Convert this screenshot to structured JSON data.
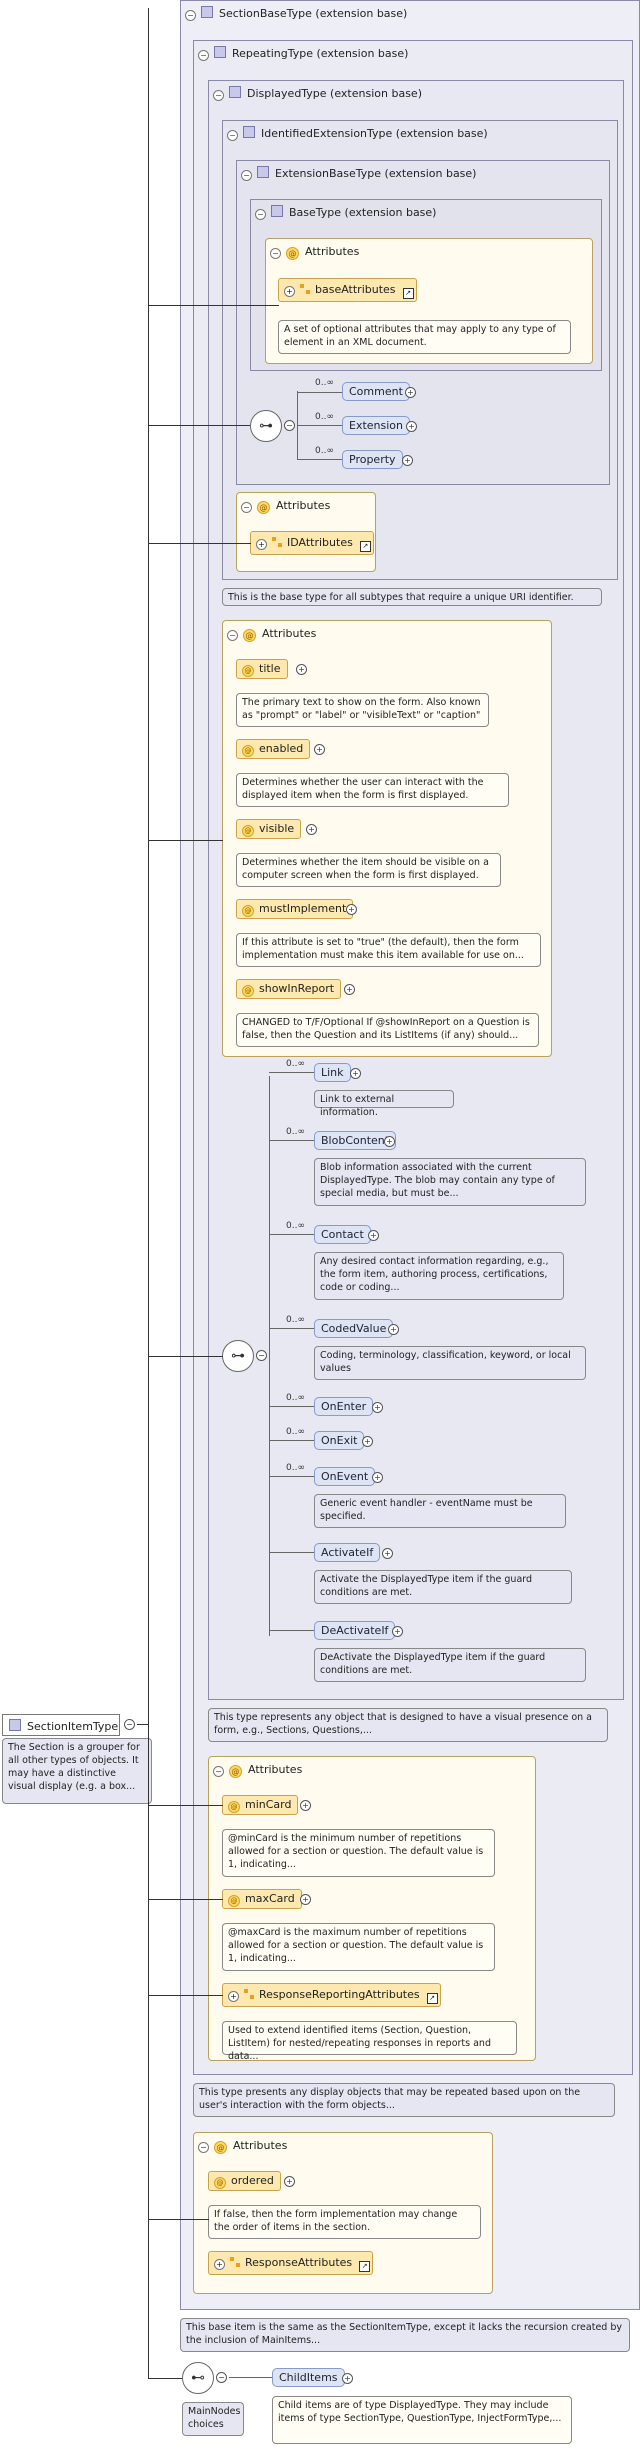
{
  "root": {
    "label": "SectionItemType",
    "doc": "The Section is a grouper for all other types of objects. It may have a distinctive visual display (e.g. a box..."
  },
  "types": {
    "section_base": "SectionBaseType (extension base)",
    "repeating": "RepeatingType (extension base)",
    "displayed": "DisplayedType (extension base)",
    "identified_ext": "IdentifiedExtensionType (extension base)",
    "extension_base": "ExtensionBaseType (extension base)",
    "base": "BaseType (extension base)"
  },
  "attributes_label": "Attributes",
  "base_attrs": {
    "group": "baseAttributes",
    "doc": "A set of optional attributes that may apply to any type of element in an XML document."
  },
  "ext_children": [
    {
      "mult": "0..∞",
      "label": "Comment"
    },
    {
      "mult": "0..∞",
      "label": "Extension"
    },
    {
      "mult": "0..∞",
      "label": "Property"
    }
  ],
  "id_attrs": {
    "group": "IDAttributes"
  },
  "identified_doc": "This is the base type for all subtypes that require a unique URI identifier.",
  "displayed_attrs": [
    {
      "name": "title",
      "doc": "The primary text to show on the form. Also known as \"prompt\" or \"label\" or \"visibleText\" or \"caption\""
    },
    {
      "name": "enabled",
      "doc": "Determines whether the user can interact with the displayed item when the form is first displayed."
    },
    {
      "name": "visible",
      "doc": "Determines whether the item should be visible on a computer screen when the form is first displayed."
    },
    {
      "name": "mustImplement",
      "doc": "If this attribute is set to \"true\" (the default), then the form implementation must make this item available for use on..."
    },
    {
      "name": "showInReport",
      "doc": "CHANGED to T/F/Optional If @showInReport on a Question is false, then the Question and its ListItems (if any) should..."
    }
  ],
  "displayed_children": [
    {
      "mult": "0..∞",
      "label": "Link",
      "doc": "Link to external information."
    },
    {
      "mult": "0..∞",
      "label": "BlobContent",
      "doc": "Blob information associated with the current DisplayedType. The blob may contain any type of special media, but must be..."
    },
    {
      "mult": "0..∞",
      "label": "Contact",
      "doc": "Any desired contact information regarding, e.g., the form item, authoring process, certifications, code or coding..."
    },
    {
      "mult": "0..∞",
      "label": "CodedValue",
      "doc": "Coding, terminology, classification, keyword, or local values"
    },
    {
      "mult": "0..∞",
      "label": "OnEnter",
      "doc": ""
    },
    {
      "mult": "0..∞",
      "label": "OnExit",
      "doc": ""
    },
    {
      "mult": "0..∞",
      "label": "OnEvent",
      "doc": "Generic event handler - eventName must be specified."
    },
    {
      "mult": "",
      "label": "ActivateIf",
      "doc": "Activate the DisplayedType item if the guard conditions are met."
    },
    {
      "mult": "",
      "label": "DeActivateIf",
      "doc": "DeActivate the DisplayedType item if the guard conditions are met."
    }
  ],
  "displayed_doc": "This type represents any object that is designed to have a visual presence on a form, e.g., Sections, Questions,...",
  "repeating_attrs": [
    {
      "name": "minCard",
      "doc": "@minCard is the minimum number of repetitions allowed for a section or question. The default value is 1, indicating..."
    },
    {
      "name": "maxCard",
      "doc": "@maxCard is the maximum number of repetitions allowed for a section or question. The default value is 1, indicating..."
    }
  ],
  "response_reporting": {
    "group": "ResponseReportingAttributes",
    "doc": "Used to extend identified items (Section, Question, ListItem) for nested/repeating responses in reports and data..."
  },
  "repeating_doc": "This type presents any display objects that may be repeated based upon on the user's interaction with the form objects...",
  "section_attrs": {
    "name": "ordered",
    "doc": "If false, then the form implementation may change the order of items in the section.",
    "group": "ResponseAttributes"
  },
  "section_base_doc": "This base item is the same as the SectionItemType, except it lacks the recursion created by the inclusion of MainItems...",
  "main_nodes": {
    "label": "MainNodes choices"
  },
  "child_items": {
    "label": "ChildItems",
    "doc": "Child items are of type DisplayedType. They may include items of type SectionType, QuestionType, InjectFormType,..."
  }
}
